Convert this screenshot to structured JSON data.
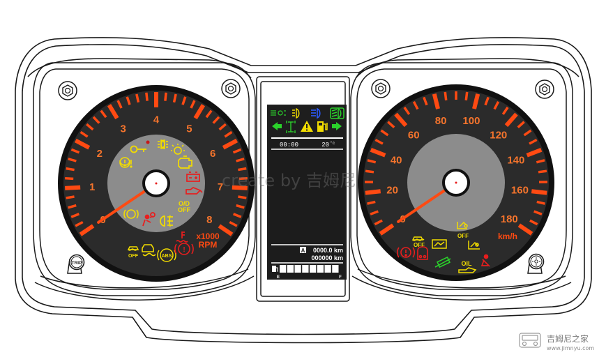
{
  "watermark": {
    "text": "create by 吉姆尼",
    "logo_text": "吉姆尼之家",
    "logo_url": "www.jimnyu.com"
  },
  "tachometer": {
    "numbers": [
      "0",
      "1",
      "2",
      "3",
      "4",
      "5",
      "6",
      "7",
      "8"
    ],
    "unit_top": "x1000",
    "unit_bottom": "RPM",
    "od_off_top": "O/D",
    "od_off_bottom": "OFF",
    "needle_value": 0
  },
  "speedometer": {
    "numbers": [
      "0",
      "20",
      "40",
      "60",
      "80",
      "100",
      "120",
      "140",
      "160",
      "180"
    ],
    "unit": "km/h",
    "needle_value": 0,
    "esp_off_label": "OFF",
    "hill_off_label": "OFF",
    "oil_label": "OIL"
  },
  "lcd": {
    "time": "00:00",
    "temperature": "20",
    "temperature_unit": "°c",
    "trip_badge": "A",
    "trip_value": "0000.0 km",
    "odometer": "000000 km",
    "fuel_empty": "E",
    "fuel_full": "F",
    "fuel_segments": 8
  },
  "tachometer_icons": {
    "esp_off": "OFF",
    "abs": "ABS"
  },
  "buttons": {
    "trip_label": "TRIP"
  },
  "colors": {
    "dial_red": "#ff4a12",
    "number_orange": "#f5742c",
    "dial_dark": "#2b2b2b",
    "dial_inner": "#8c8c8c",
    "warn_yellow": "#f2dc00",
    "warn_red": "#e81e1e",
    "indicator_green": "#2bd12b",
    "indicator_blue": "#2b5bff"
  }
}
